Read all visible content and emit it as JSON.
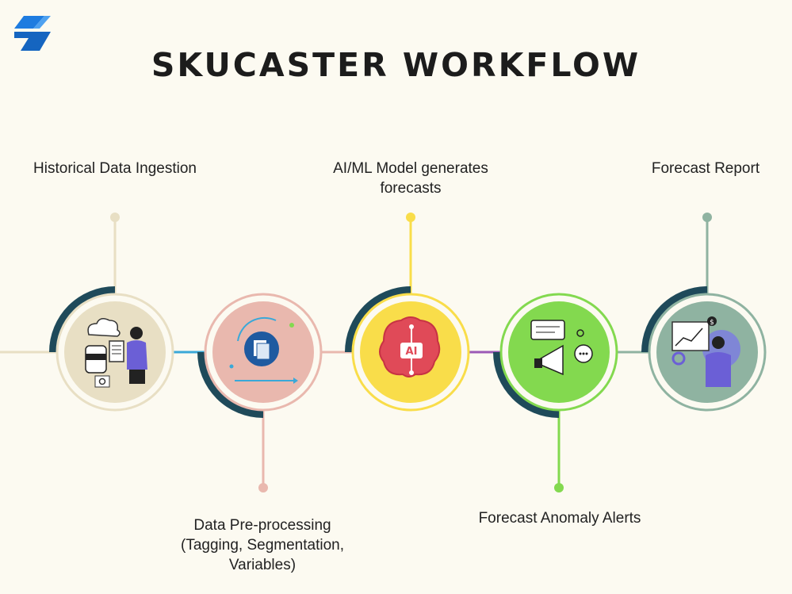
{
  "title": "SKUCASTER WORKFLOW",
  "brand": {
    "logo_icon": "skucaster-logo-icon",
    "color": "#1e7ce0"
  },
  "steps": [
    {
      "label": "Historical Data Ingestion",
      "icon": "data-ingestion-illustration",
      "color": "#e8dfc4",
      "accent": "#1f4a5a"
    },
    {
      "label": "Data Pre-processing (Tagging, Segmentation, Variables)",
      "icon": "document-cycle-icon",
      "color": "#e9b8ae",
      "accent": "#1f4a5a"
    },
    {
      "label": "AI/ML Model generates forecasts",
      "icon": "ai-brain-icon",
      "color": "#f9dd4a",
      "accent": "#1f4a5a"
    },
    {
      "label": "Forecast Anomaly Alerts",
      "icon": "megaphone-alert-icon",
      "color": "#83d94f",
      "accent": "#1f4a5a"
    },
    {
      "label": "Forecast Report",
      "icon": "report-chart-illustration",
      "color": "#8fb3a1",
      "accent": "#1f4a5a"
    }
  ],
  "label_lines": {
    "step1": [
      "Historical Data Ingestion"
    ],
    "step2": [
      "Data Pre-processing",
      "(Tagging, Segmentation,",
      "Variables)"
    ],
    "step3": [
      "AI/ML Model generates",
      "forecasts"
    ],
    "step4": [
      "Forecast Anomaly Alerts"
    ],
    "step5": [
      "Forecast Report"
    ]
  }
}
